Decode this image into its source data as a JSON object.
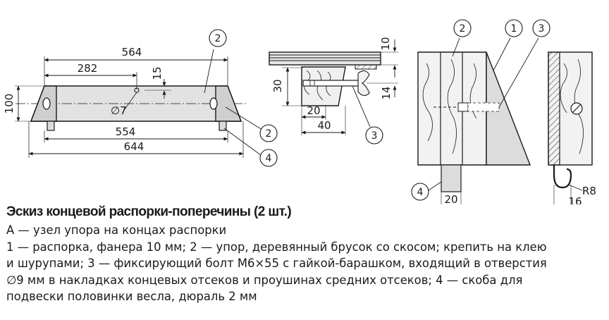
{
  "drawing": {
    "left": {
      "dims": {
        "overall_top": "564",
        "half_top": "282",
        "offset": "15",
        "height": "100",
        "hole": "∅7",
        "inner": "554",
        "overall_bottom": "644"
      },
      "callouts": {
        "bar": "2",
        "stop": "2",
        "bracket": "4"
      }
    },
    "middle": {
      "dims": {
        "thickness": "10",
        "height": "30",
        "gap": "14",
        "width_small": "20",
        "width_large": "40"
      },
      "callouts": {
        "bolt": "3"
      }
    },
    "right": {
      "dims": {
        "width": "20",
        "width_b": "16",
        "radius": "R8"
      },
      "callouts": {
        "stop": "2",
        "plate": "1",
        "bolt": "3",
        "bracket": "4"
      }
    }
  },
  "caption": {
    "title": "Эскиз концевой распорки-поперечины (2 шт.)",
    "lines": [
      "А — узел упора на концах распорки",
      "1 — распорка, фанера 10 мм; 2 — упор, деревянный брусок со скосом; крепить на клею",
      "и шурупами; 3 — фиксирующий болт М6×55 с гайкой-барашком, входящий в отверстия",
      "∅9 мм в накладках концевых отсеков и проушинах средних отсеков; 4 — скоба для",
      "подвески половинки весла, дюраль 2 мм"
    ]
  }
}
